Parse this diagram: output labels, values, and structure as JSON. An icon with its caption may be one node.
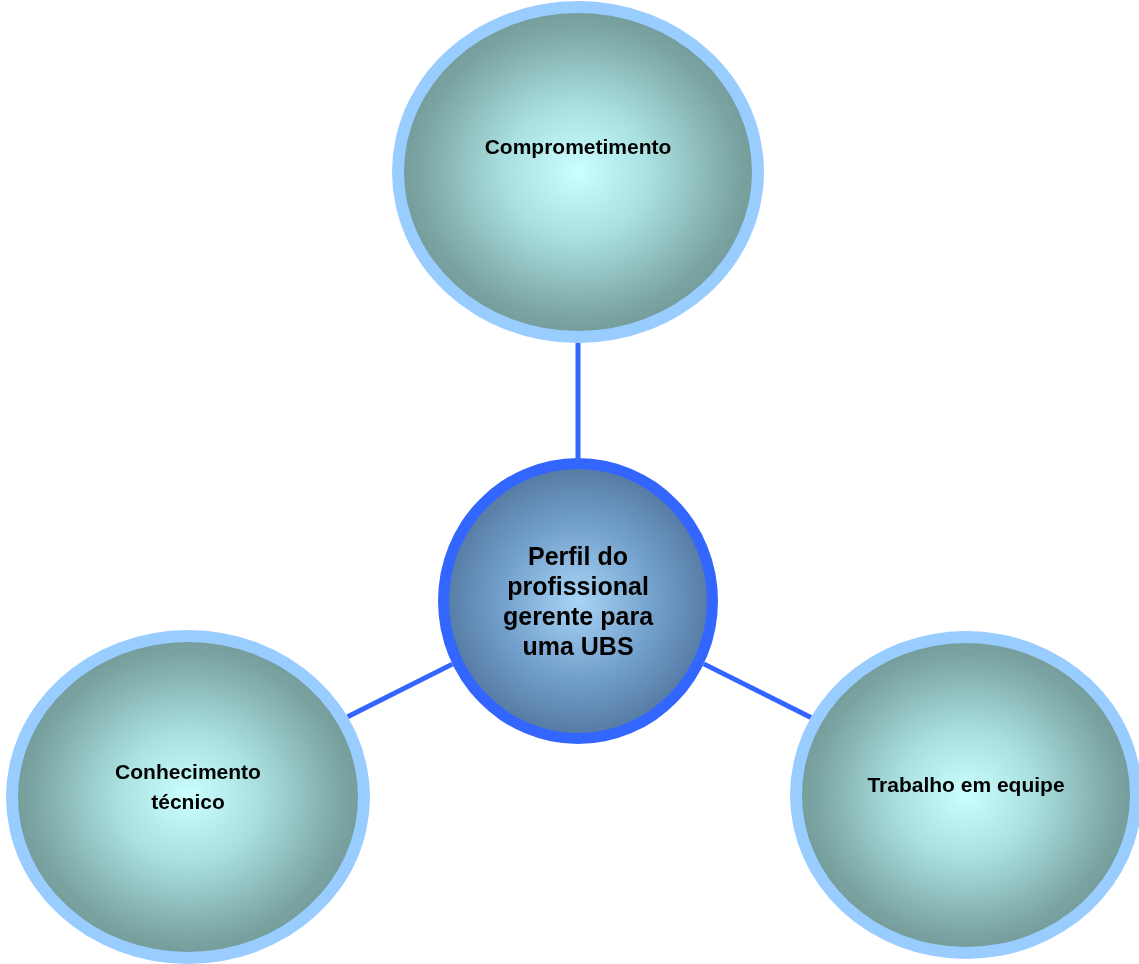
{
  "diagram": {
    "nodes": [
      {
        "text": [
          "Comprometimento"
        ]
      },
      {
        "text": [
          "Perfil do profissional gerente para uma UBS"
        ]
      },
      {
        "text": [
          "Conhecimento técnico"
        ]
      },
      {
        "text": [
          "Trabalho em equipe"
        ]
      }
    ],
    "edges": [
      {
        "from": 1,
        "to": 0,
        "arrow": "none"
      },
      {
        "from": 1,
        "to": 2,
        "arrow": "none"
      },
      {
        "from": 1,
        "to": 3,
        "arrow": "none"
      }
    ]
  }
}
